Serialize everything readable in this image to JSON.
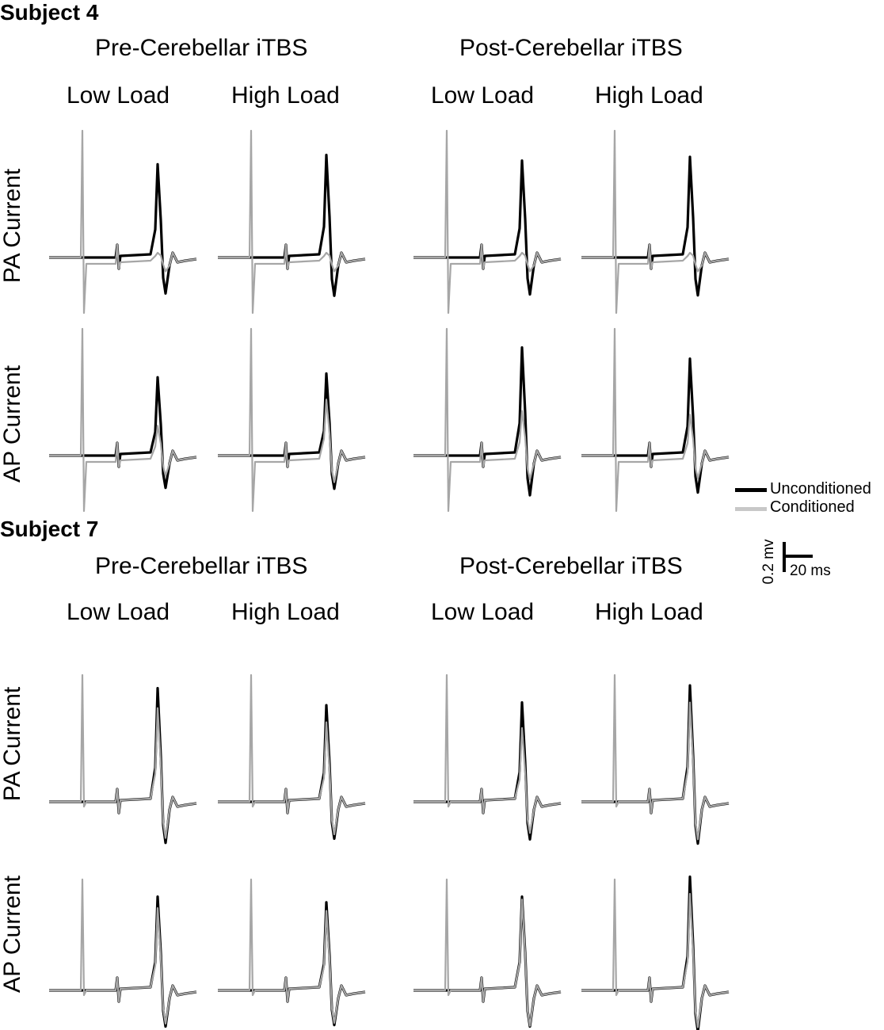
{
  "figure": {
    "subjects": [
      {
        "label": "Subject 4",
        "conditions": [
          "Pre-Cerebellar iTBS",
          "Post-Cerebellar iTBS"
        ],
        "loads": [
          "Low Load",
          "High Load",
          "Low Load",
          "High Load"
        ],
        "currents": [
          "PA Current",
          "AP Current"
        ]
      },
      {
        "label": "Subject 7",
        "conditions": [
          "Pre-Cerebellar iTBS",
          "Post-Cerebellar iTBS"
        ],
        "loads": [
          "Low Load",
          "High Load",
          "Low Load",
          "High Load"
        ],
        "currents": [
          "PA Current",
          "AP Current"
        ]
      }
    ],
    "legend": {
      "unconditioned": "Unconditioned",
      "conditioned": "Conditioned"
    },
    "scale_bar": {
      "vertical": "0.2 mv",
      "horizontal": "20 ms"
    },
    "colors": {
      "unconditioned": "#000000",
      "conditioned": "#a6a6a6"
    }
  },
  "chart_data": {
    "type": "line",
    "units": {
      "x": "ms",
      "y": "mV"
    },
    "panels": [
      {
        "subject": "Subject 4",
        "current": "PA Current",
        "condition": "Pre-Cerebellar iTBS",
        "load": "Low Load",
        "unconditioned_peak": 0.5,
        "conditioned_peak": 0.0
      },
      {
        "subject": "Subject 4",
        "current": "PA Current",
        "condition": "Pre-Cerebellar iTBS",
        "load": "High Load",
        "unconditioned_peak": 0.55,
        "conditioned_peak": 0.0
      },
      {
        "subject": "Subject 4",
        "current": "PA Current",
        "condition": "Post-Cerebellar iTBS",
        "load": "Low Load",
        "unconditioned_peak": 0.52,
        "conditioned_peak": 0.0
      },
      {
        "subject": "Subject 4",
        "current": "PA Current",
        "condition": "Post-Cerebellar iTBS",
        "load": "High Load",
        "unconditioned_peak": 0.54,
        "conditioned_peak": 0.0
      },
      {
        "subject": "Subject 4",
        "current": "AP Current",
        "condition": "Pre-Cerebellar iTBS",
        "load": "Low Load",
        "unconditioned_peak": 0.42,
        "conditioned_peak": 0.16
      },
      {
        "subject": "Subject 4",
        "current": "AP Current",
        "condition": "Pre-Cerebellar iTBS",
        "load": "High Load",
        "unconditioned_peak": 0.44,
        "conditioned_peak": 0.3
      },
      {
        "subject": "Subject 4",
        "current": "AP Current",
        "condition": "Post-Cerebellar iTBS",
        "load": "Low Load",
        "unconditioned_peak": 0.58,
        "conditioned_peak": 0.24
      },
      {
        "subject": "Subject 4",
        "current": "AP Current",
        "condition": "Post-Cerebellar iTBS",
        "load": "High Load",
        "unconditioned_peak": 0.52,
        "conditioned_peak": 0.22
      },
      {
        "subject": "Subject 7",
        "current": "PA Current",
        "condition": "Pre-Cerebellar iTBS",
        "load": "Low Load",
        "unconditioned_peak": 0.8,
        "conditioned_peak": 0.66
      },
      {
        "subject": "Subject 7",
        "current": "PA Current",
        "condition": "Pre-Cerebellar iTBS",
        "load": "High Load",
        "unconditioned_peak": 0.68,
        "conditioned_peak": 0.56
      },
      {
        "subject": "Subject 7",
        "current": "PA Current",
        "condition": "Post-Cerebellar iTBS",
        "load": "Low Load",
        "unconditioned_peak": 0.7,
        "conditioned_peak": 0.52
      },
      {
        "subject": "Subject 7",
        "current": "PA Current",
        "condition": "Post-Cerebellar iTBS",
        "load": "High Load",
        "unconditioned_peak": 0.82,
        "conditioned_peak": 0.7
      },
      {
        "subject": "Subject 7",
        "current": "AP Current",
        "condition": "Pre-Cerebellar iTBS",
        "load": "Low Load",
        "unconditioned_peak": 0.66,
        "conditioned_peak": 0.58
      },
      {
        "subject": "Subject 7",
        "current": "AP Current",
        "condition": "Pre-Cerebellar iTBS",
        "load": "High Load",
        "unconditioned_peak": 0.62,
        "conditioned_peak": 0.56
      },
      {
        "subject": "Subject 7",
        "current": "AP Current",
        "condition": "Post-Cerebellar iTBS",
        "load": "Low Load",
        "unconditioned_peak": 0.66,
        "conditioned_peak": 0.64
      },
      {
        "subject": "Subject 7",
        "current": "AP Current",
        "condition": "Post-Cerebellar iTBS",
        "load": "High Load",
        "unconditioned_peak": 0.8,
        "conditioned_peak": 0.68
      }
    ]
  }
}
